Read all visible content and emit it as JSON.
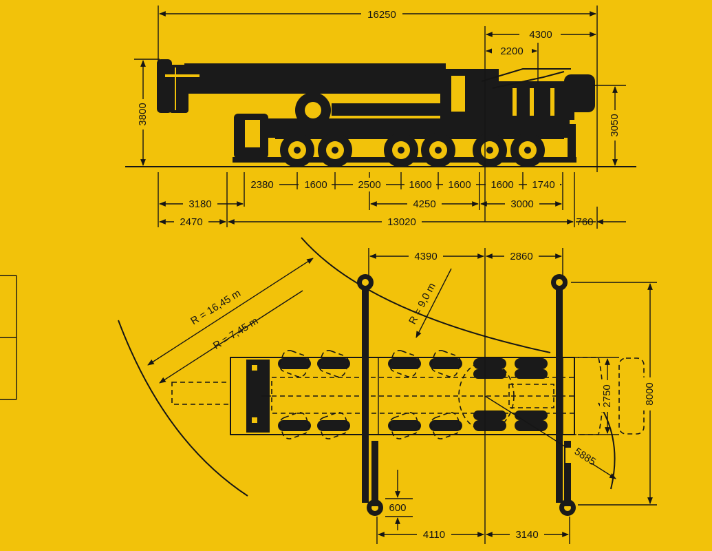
{
  "colors": {
    "background": "#f2c20a",
    "ink": "#151515"
  },
  "side_view": {
    "overall_length": "16250",
    "top_4300": "4300",
    "top_2200": "2200",
    "height_left": "3800",
    "height_right": "3050",
    "axle_dims": [
      "2380",
      "1600",
      "2500",
      "1600",
      "1600",
      "1600",
      "1740"
    ],
    "row2": [
      "3180",
      "4250",
      "3000"
    ],
    "row3": [
      "2470",
      "13020",
      "760"
    ]
  },
  "top_view": {
    "outrigger_top": [
      "4390",
      "2860"
    ],
    "outrigger_bottom": [
      "4110",
      "3140"
    ],
    "radius_outer": "R = 16,45 m",
    "radius_inner": "R = 7,45 m",
    "radius_small": "R = 9,0 m",
    "width_2750": "2750",
    "width_8000": "8000",
    "swing_5885": "5885",
    "pad_600": "600"
  }
}
